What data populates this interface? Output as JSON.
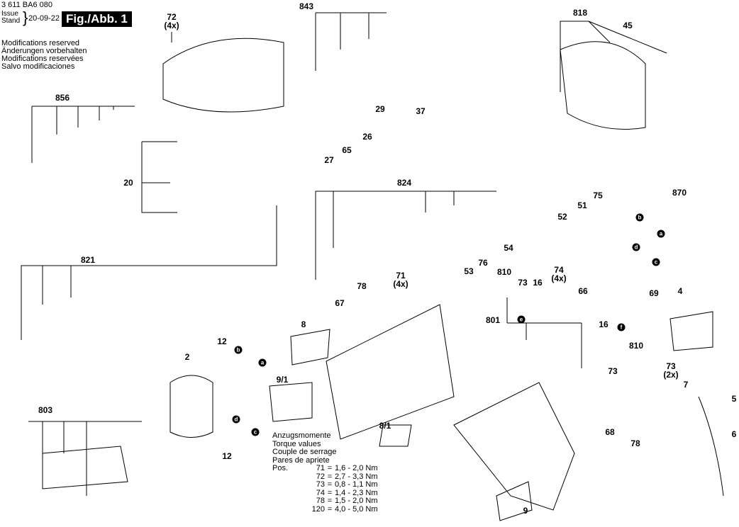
{
  "header": {
    "part_number": "3 611 BA6 080",
    "issue_label": [
      "Issue",
      "Stand"
    ],
    "date": "20-09-22",
    "figure": "Fig./Abb. 1",
    "modifications": [
      "Modifications reserved",
      "Änderungen vorbehalten",
      "Modifications reservées",
      "Salvo modificaciones"
    ]
  },
  "torque": {
    "titles": [
      "Anzugsmomente",
      "Torque values",
      "Couple de serrage",
      "Pares de apriete"
    ],
    "pos_label": "Pos.",
    "rows": [
      {
        "pos": "71",
        "value": "1,6 - 2,0 Nm"
      },
      {
        "pos": "72",
        "value": "2,7 - 3,3 Nm"
      },
      {
        "pos": "73",
        "value": "0,8 - 1,1 Nm"
      },
      {
        "pos": "74",
        "value": "1,4 - 2,3 Nm"
      },
      {
        "pos": "78",
        "value": "1,5 - 2,0 Nm"
      },
      {
        "pos": "120",
        "value": "4,0 - 5,0 Nm"
      }
    ]
  },
  "callouts": [
    {
      "id": "72",
      "text": "72",
      "sub": "(4x)"
    },
    {
      "id": "843",
      "text": "843"
    },
    {
      "id": "818",
      "text": "818"
    },
    {
      "id": "45",
      "text": "45"
    },
    {
      "id": "856",
      "text": "856"
    },
    {
      "id": "29",
      "text": "29"
    },
    {
      "id": "37",
      "text": "37"
    },
    {
      "id": "26",
      "text": "26"
    },
    {
      "id": "27",
      "text": "27"
    },
    {
      "id": "65",
      "text": "65"
    },
    {
      "id": "20",
      "text": "20"
    },
    {
      "id": "824",
      "text": "824"
    },
    {
      "id": "75",
      "text": "75"
    },
    {
      "id": "870",
      "text": "870"
    },
    {
      "id": "52",
      "text": "52"
    },
    {
      "id": "51",
      "text": "51"
    },
    {
      "id": "54",
      "text": "54"
    },
    {
      "id": "821",
      "text": "821"
    },
    {
      "id": "53",
      "text": "53"
    },
    {
      "id": "76",
      "text": "76"
    },
    {
      "id": "71",
      "text": "71",
      "sub": "(4x)"
    },
    {
      "id": "78a",
      "text": "78"
    },
    {
      "id": "810a",
      "text": "810"
    },
    {
      "id": "73a",
      "text": "73"
    },
    {
      "id": "16a",
      "text": "16"
    },
    {
      "id": "74",
      "text": "74",
      "sub": "(4x)"
    },
    {
      "id": "66",
      "text": "66"
    },
    {
      "id": "69",
      "text": "69"
    },
    {
      "id": "4",
      "text": "4"
    },
    {
      "id": "67",
      "text": "67"
    },
    {
      "id": "8",
      "text": "8"
    },
    {
      "id": "801",
      "text": "801"
    },
    {
      "id": "16b",
      "text": "16"
    },
    {
      "id": "810b",
      "text": "810"
    },
    {
      "id": "73b",
      "text": "73"
    },
    {
      "id": "12a",
      "text": "12"
    },
    {
      "id": "2",
      "text": "2"
    },
    {
      "id": "9_1",
      "text": "9/1"
    },
    {
      "id": "73c",
      "text": "73",
      "sub": "(2x)"
    },
    {
      "id": "7",
      "text": "7"
    },
    {
      "id": "5",
      "text": "5"
    },
    {
      "id": "803",
      "text": "803"
    },
    {
      "id": "8_1",
      "text": "8/1"
    },
    {
      "id": "6",
      "text": "6"
    },
    {
      "id": "12b",
      "text": "12"
    },
    {
      "id": "68",
      "text": "68"
    },
    {
      "id": "78b",
      "text": "78"
    },
    {
      "id": "9",
      "text": "9"
    }
  ],
  "badges": [
    "a",
    "b",
    "c",
    "d",
    "e",
    "f"
  ]
}
